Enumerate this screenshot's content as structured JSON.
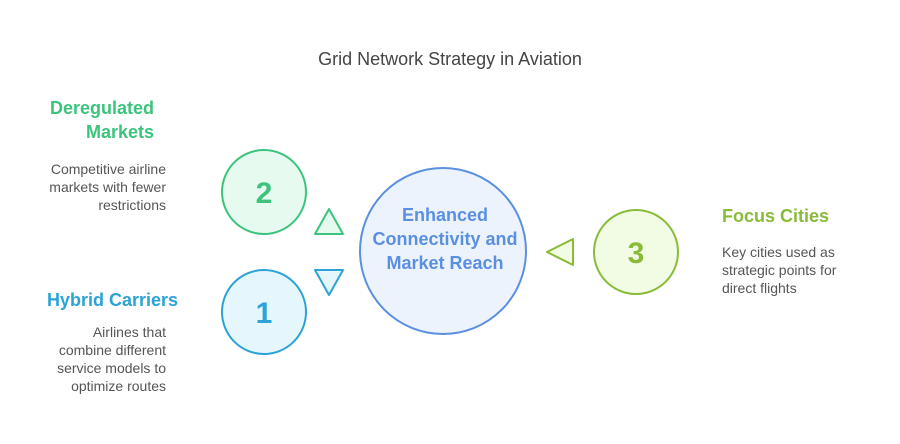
{
  "title": "Grid Network Strategy in Aviation",
  "center": {
    "label": "Enhanced Connectivity and Market Reach",
    "color": "#5b8fe0",
    "fill": "#ecf3fd"
  },
  "items": [
    {
      "number": "2",
      "heading": "Deregulated Markets",
      "heading_lines": [
        "Deregulated",
        "Markets"
      ],
      "description_lines": [
        "Competitive airline",
        "markets with fewer",
        "restrictions"
      ],
      "color": "#3cc47c",
      "fill": "#e6faf0"
    },
    {
      "number": "1",
      "heading": "Hybrid Carriers",
      "description_lines": [
        "Airlines that",
        "combine different",
        "service models to",
        "optimize routes"
      ],
      "color": "#2ba3d6",
      "fill": "#e6f6fd"
    },
    {
      "number": "3",
      "heading": "Focus Cities",
      "description_lines": [
        "Key cities used as",
        "strategic points for",
        "direct flights"
      ],
      "color": "#88bb38",
      "fill": "#f2fbe3"
    }
  ]
}
